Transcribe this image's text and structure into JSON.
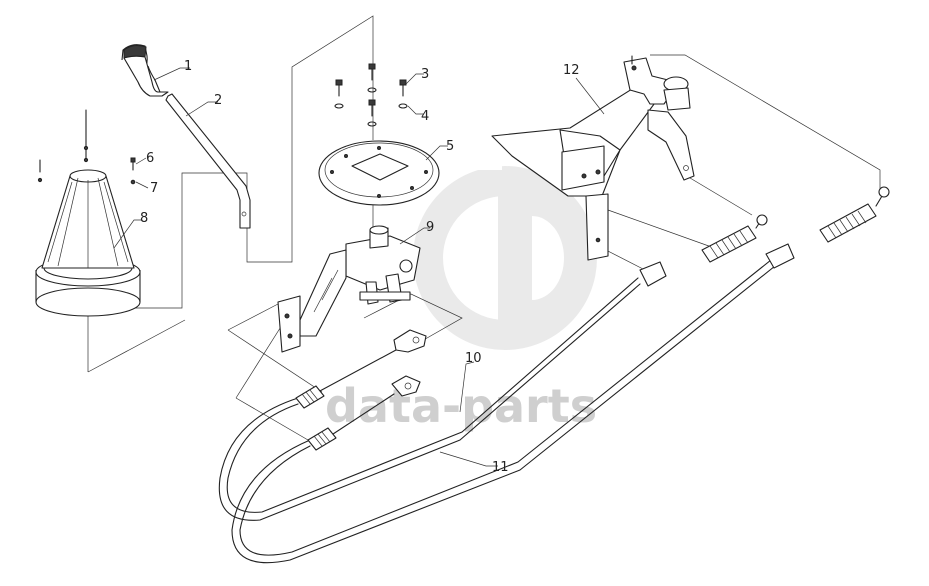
{
  "watermark": {
    "text": "data-parts",
    "logo": "gd-monogram",
    "color": "#d6d6d6"
  },
  "callouts": [
    {
      "id": "1",
      "label": "1"
    },
    {
      "id": "2",
      "label": "2"
    },
    {
      "id": "3",
      "label": "3"
    },
    {
      "id": "4",
      "label": "4"
    },
    {
      "id": "5",
      "label": "5"
    },
    {
      "id": "6",
      "label": "6"
    },
    {
      "id": "7",
      "label": "7"
    },
    {
      "id": "8",
      "label": "8"
    },
    {
      "id": "9",
      "label": "9"
    },
    {
      "id": "10",
      "label": "10"
    },
    {
      "id": "11",
      "label": "11"
    },
    {
      "id": "12",
      "label": "12"
    }
  ]
}
